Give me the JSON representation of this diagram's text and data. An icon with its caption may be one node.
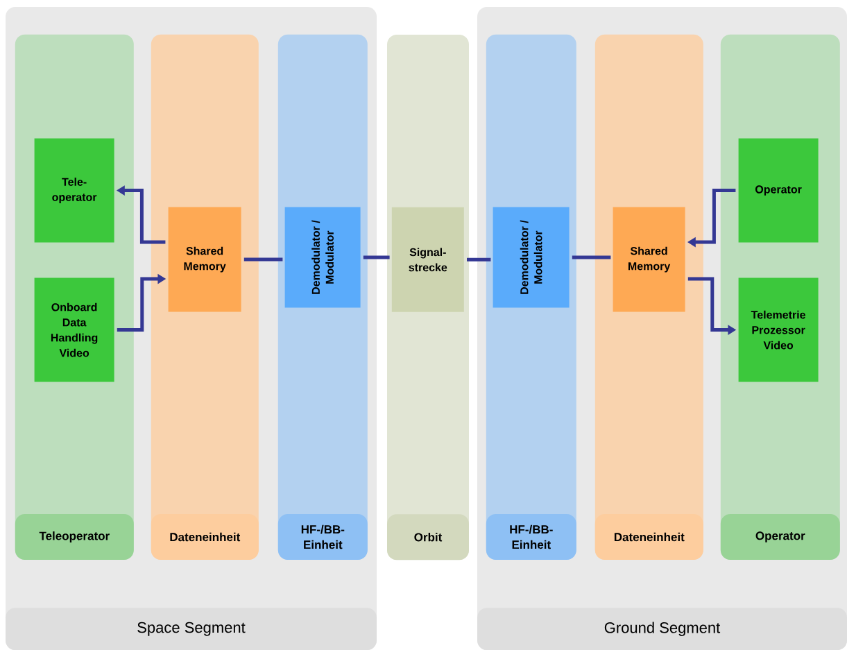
{
  "diagram": {
    "nodes": [
      {
        "text": [
          "Space Segment"
        ]
      },
      {
        "text": [
          "Teleoperator"
        ],
        "in": 0
      },
      {
        "text": [
          "Tele- operator"
        ],
        "in": 1
      },
      {
        "text": [
          "Onboard Data Handling Video"
        ],
        "in": 1
      },
      {
        "text": [
          "Dateneinheit"
        ],
        "in": 0
      },
      {
        "text": [
          "Shared Memory"
        ],
        "in": 4
      },
      {
        "text": [
          "HF-/BB- Einheit"
        ],
        "in": 0
      },
      {
        "text": [
          "Demodulator / Modulator"
        ],
        "in": 6
      },
      {
        "text": [
          "Orbit"
        ]
      },
      {
        "text": [
          "Signal- strecke"
        ],
        "in": 8
      },
      {
        "text": [
          "Ground Segment"
        ]
      },
      {
        "text": [
          "HF-/BB- Einheit"
        ],
        "in": 10
      },
      {
        "text": [
          "Demodulator / Modulator"
        ],
        "in": 11
      },
      {
        "text": [
          "Dateneinheit"
        ],
        "in": 10
      },
      {
        "text": [
          "Shared Memory"
        ],
        "in": 13
      },
      {
        "text": [
          "Operator"
        ],
        "in": 10
      },
      {
        "text": [
          "Operator"
        ],
        "in": 15
      },
      {
        "text": [
          "Telemetrie Prozessor Video"
        ],
        "in": 15
      }
    ],
    "edges": [
      {
        "from": 5,
        "to": 2,
        "arrow": "to"
      },
      {
        "from": 3,
        "to": 5,
        "arrow": "to"
      },
      {
        "from": 5,
        "to": 7,
        "arrow": "none"
      },
      {
        "from": 7,
        "to": 9,
        "arrow": "none"
      },
      {
        "from": 9,
        "to": 12,
        "arrow": "none"
      },
      {
        "from": 12,
        "to": 14,
        "arrow": "none"
      },
      {
        "from": 16,
        "to": 14,
        "arrow": "to"
      },
      {
        "from": 14,
        "to": 17,
        "arrow": "to"
      }
    ]
  }
}
